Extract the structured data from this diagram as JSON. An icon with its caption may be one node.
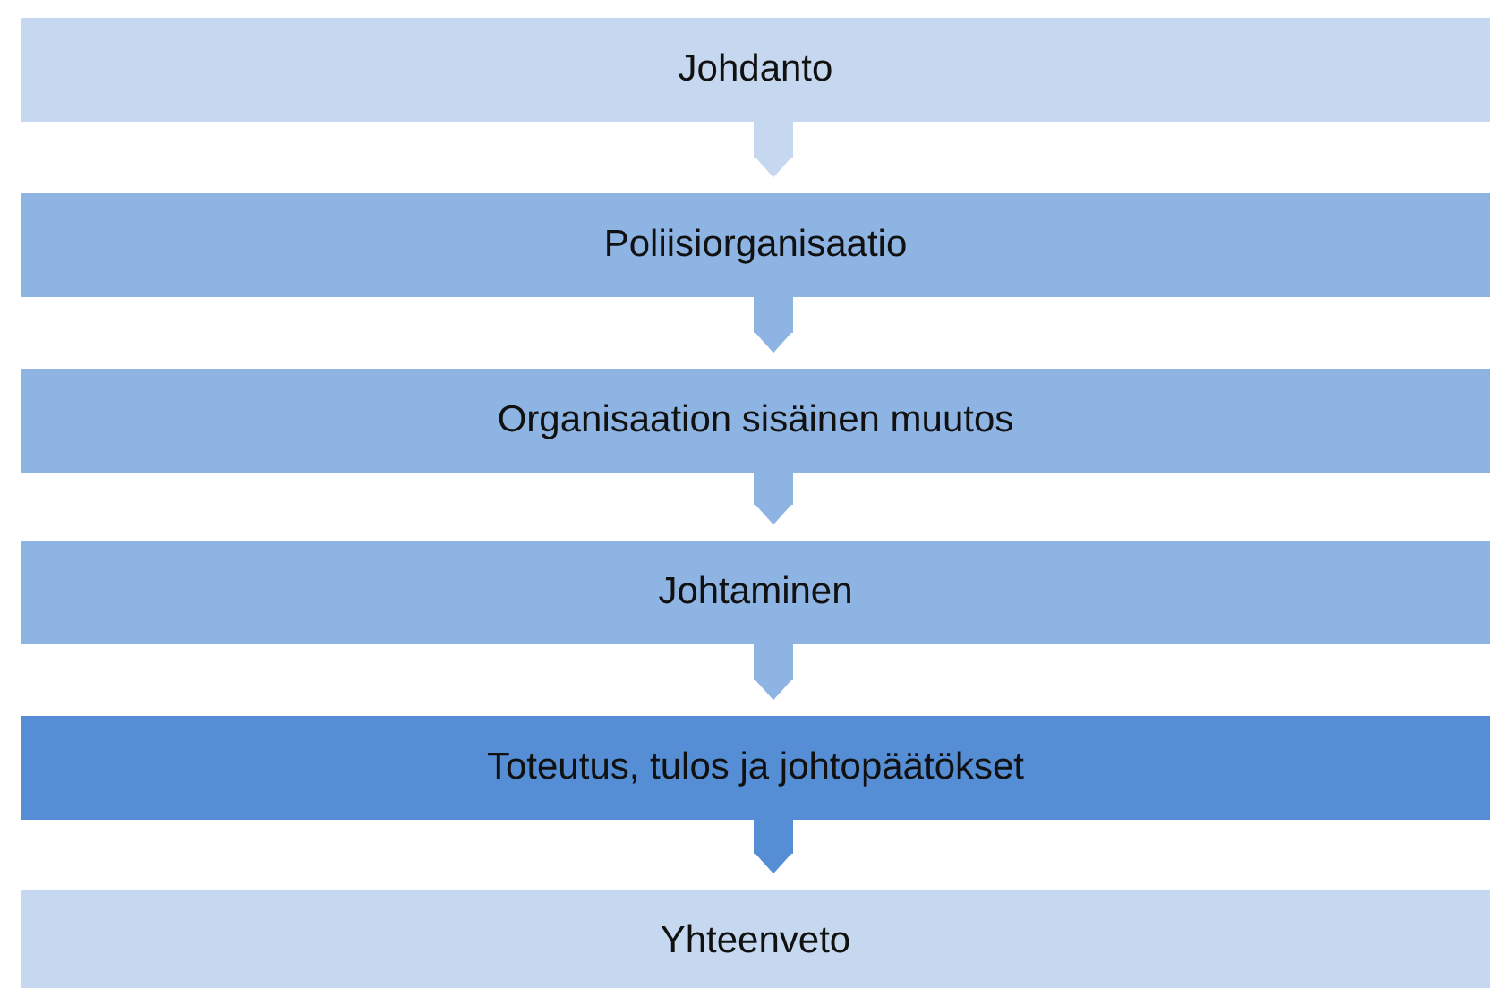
{
  "diagram": {
    "nodes": [
      {
        "text": [
          "Johdanto"
        ]
      },
      {
        "text": [
          "Poliisiorganisaatio"
        ]
      },
      {
        "text": [
          "Organisaation sisäinen muutos"
        ]
      },
      {
        "text": [
          "Johtaminen"
        ]
      },
      {
        "text": [
          "Toteutus, tulos ja johtopäätökset"
        ]
      },
      {
        "text": [
          "Yhteenveto"
        ]
      }
    ],
    "edges": [
      {
        "from": 0,
        "to": 1,
        "arrow": "to",
        "color": "#c5d8ef"
      },
      {
        "from": 1,
        "to": 2,
        "arrow": "to"
      },
      {
        "from": 2,
        "to": 3,
        "arrow": "to"
      },
      {
        "from": 3,
        "to": 4,
        "arrow": "to"
      },
      {
        "from": 4,
        "to": 5,
        "arrow": "to",
        "color": "#558ed5"
      }
    ]
  }
}
